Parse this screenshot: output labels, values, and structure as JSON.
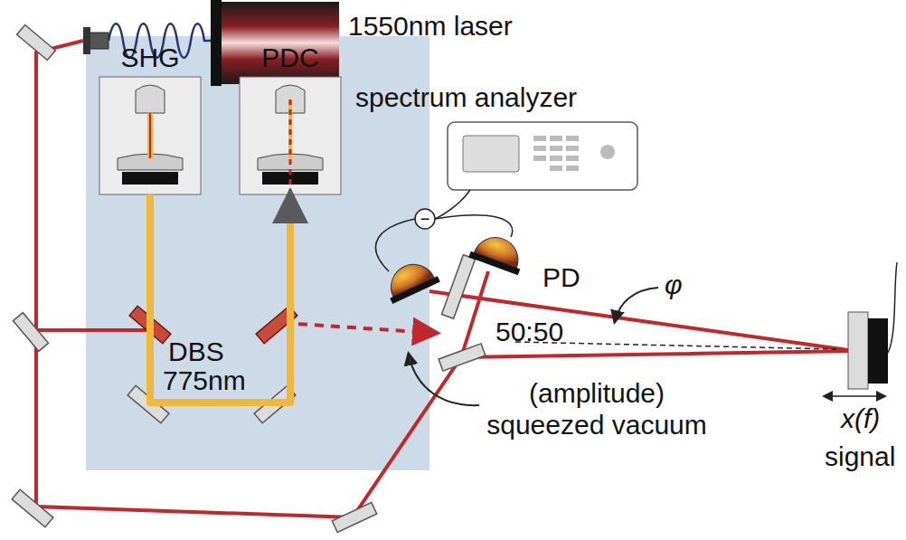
{
  "diagram": {
    "nodes": [
      {
        "text": [
          "1550nm laser"
        ]
      },
      {
        "text": [
          "SHG"
        ]
      },
      {
        "text": [
          "PDC"
        ]
      },
      {
        "text": [
          "spectrum analyzer"
        ]
      }
    ],
    "edges": [
      {
        "from": 1,
        "to": 2,
        "arrow": "to"
      }
    ],
    "labels": [
      "DBS",
      "775nm",
      "PD",
      "φ",
      "50:50",
      "(amplitude) squeezed vacuum",
      "x(f)",
      "signal",
      "−"
    ]
  }
}
